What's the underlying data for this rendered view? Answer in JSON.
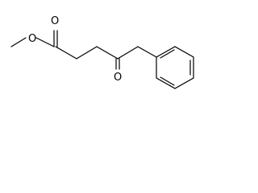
{
  "atoms": {
    "ester_carbonyl_oxygen": "O",
    "ester_oxygen": "O",
    "ketone_oxygen": "O"
  },
  "colors": {
    "background": "#ffffff",
    "bond": "#000000",
    "label": "#000000"
  }
}
